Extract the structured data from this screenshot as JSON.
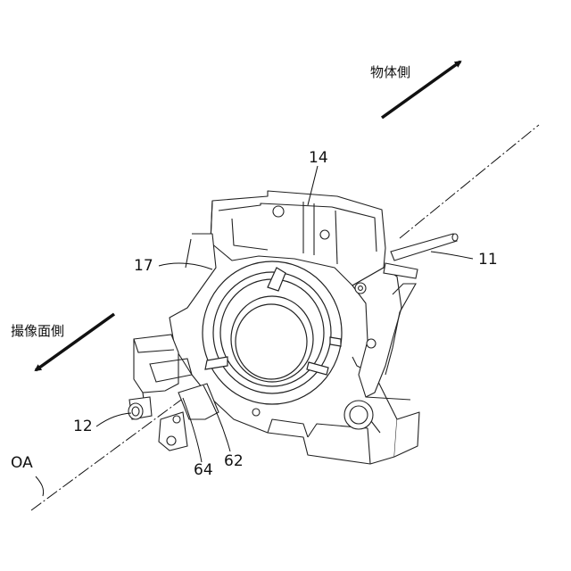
{
  "labels": {
    "object_side": "物体側",
    "imaging_surface_side": "撮像面側",
    "part_11": "11",
    "part_12": "12",
    "part_14": "14",
    "part_17": "17",
    "part_62": "62",
    "part_64": "64",
    "optical_axis": "OA"
  }
}
